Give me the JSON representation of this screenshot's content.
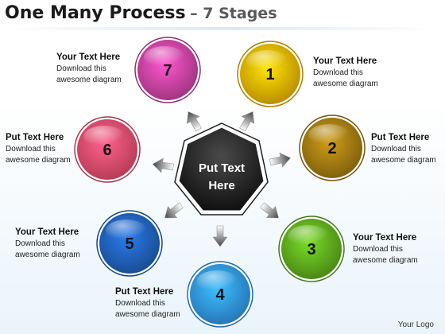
{
  "title": {
    "main": "One Many Process",
    "sub": "– 7 Stages"
  },
  "center": {
    "line1": "Put Text",
    "line2": "Here"
  },
  "stages": [
    {
      "number": "1",
      "color": "#e5aa00",
      "label_heading": "Your Text Here",
      "label_line1": "Download this",
      "label_line2": "awesome diagram"
    },
    {
      "number": "2",
      "color": "#9a7410",
      "label_heading": "Put Text Here",
      "label_line1": "Download this",
      "label_line2": "awesome diagram"
    },
    {
      "number": "3",
      "color": "#5aa31c",
      "label_heading": "Your Text Here",
      "label_line1": "Download this",
      "label_line2": "awesome diagram"
    },
    {
      "number": "4",
      "color": "#2e8ee0",
      "label_heading": "Put Text Here",
      "label_line1": "Download this",
      "label_line2": "awesome diagram"
    },
    {
      "number": "5",
      "color": "#1f5cb0",
      "label_heading": "Your Text Here",
      "label_line1": "Download this",
      "label_line2": "awesome diagram"
    },
    {
      "number": "6",
      "color": "#e04868",
      "label_heading": "Put Text Here",
      "label_line1": "Download this",
      "label_line2": "awesome diagram"
    },
    {
      "number": "7",
      "color": "#c2409a",
      "label_heading": "Your Text Here",
      "label_line1": "Download this",
      "label_line2": "awesome diagram"
    }
  ],
  "footer": "Your Logo"
}
